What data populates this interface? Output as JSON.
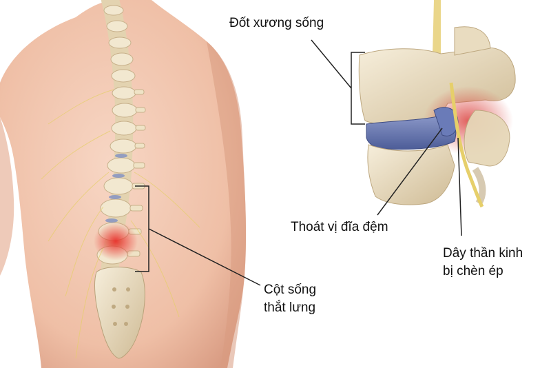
{
  "diagram": {
    "type": "anatomical-illustration",
    "subject": "lumbar disc herniation",
    "labels": {
      "vertebra": "Đốt xương sống",
      "herniated_disc": "Thoát vị đĩa đệm",
      "nerve_line1": "Dây thần kinh",
      "nerve_line2": "bị chèn ép",
      "lumbar_line1": "Cột sống",
      "lumbar_line2": "thắt lưng"
    },
    "colors": {
      "skin": "#f3c9b4",
      "skin_shadow": "#dba189",
      "bone": "#efe3c8",
      "bone_shadow": "#c9b48e",
      "disc": "#6f7fb8",
      "inflammation": "#e2413a",
      "nerve": "#e7d27a",
      "line": "#222222"
    }
  }
}
